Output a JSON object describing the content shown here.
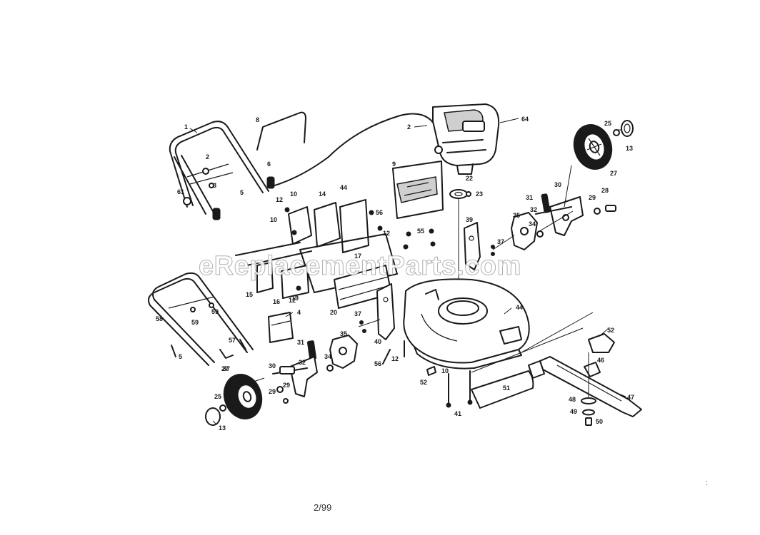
{
  "diagram": {
    "watermark": "eReplacementParts.com",
    "page_date": "2/99",
    "corner_mark": ":",
    "callouts": [
      {
        "id": "c1",
        "label": "1"
      },
      {
        "id": "c2a",
        "label": "2"
      },
      {
        "id": "c2b",
        "label": "2"
      },
      {
        "id": "c3",
        "label": "3"
      },
      {
        "id": "c4",
        "label": "4"
      },
      {
        "id": "c5a",
        "label": "5"
      },
      {
        "id": "c5b",
        "label": "5"
      },
      {
        "id": "c6",
        "label": "6"
      },
      {
        "id": "c8",
        "label": "8"
      },
      {
        "id": "c9",
        "label": "9"
      },
      {
        "id": "c10a",
        "label": "10"
      },
      {
        "id": "c10b",
        "label": "10"
      },
      {
        "id": "c10c",
        "label": "10"
      },
      {
        "id": "c12a",
        "label": "12"
      },
      {
        "id": "c12b",
        "label": "12"
      },
      {
        "id": "c12c",
        "label": "12"
      },
      {
        "id": "c12d",
        "label": "12"
      },
      {
        "id": "c13a",
        "label": "13"
      },
      {
        "id": "c13b",
        "label": "13"
      },
      {
        "id": "c14",
        "label": "14"
      },
      {
        "id": "c15",
        "label": "15"
      },
      {
        "id": "c16",
        "label": "16"
      },
      {
        "id": "c17",
        "label": "17"
      },
      {
        "id": "c19",
        "label": "19"
      },
      {
        "id": "c20",
        "label": "20"
      },
      {
        "id": "c22",
        "label": "22"
      },
      {
        "id": "c23",
        "label": "23"
      },
      {
        "id": "c25a",
        "label": "25"
      },
      {
        "id": "c25b",
        "label": "25"
      },
      {
        "id": "c27a",
        "label": "27"
      },
      {
        "id": "c27b",
        "label": "27"
      },
      {
        "id": "c28",
        "label": "28"
      },
      {
        "id": "c29a",
        "label": "29"
      },
      {
        "id": "c29b",
        "label": "29"
      },
      {
        "id": "c29c",
        "label": "29"
      },
      {
        "id": "c30a",
        "label": "30"
      },
      {
        "id": "c30b",
        "label": "30"
      },
      {
        "id": "c31a",
        "label": "31"
      },
      {
        "id": "c31b",
        "label": "31"
      },
      {
        "id": "c32a",
        "label": "32"
      },
      {
        "id": "c32b",
        "label": "32"
      },
      {
        "id": "c34a",
        "label": "34"
      },
      {
        "id": "c34b",
        "label": "34"
      },
      {
        "id": "c35a",
        "label": "35"
      },
      {
        "id": "c35b",
        "label": "35"
      },
      {
        "id": "c37a",
        "label": "37"
      },
      {
        "id": "c37b",
        "label": "37"
      },
      {
        "id": "c37c",
        "label": "37"
      },
      {
        "id": "c39",
        "label": "39"
      },
      {
        "id": "c40",
        "label": "40"
      },
      {
        "id": "c41",
        "label": "41"
      },
      {
        "id": "c44a",
        "label": "44"
      },
      {
        "id": "c44b",
        "label": "44"
      },
      {
        "id": "c46",
        "label": "46"
      },
      {
        "id": "c47",
        "label": "47"
      },
      {
        "id": "c48",
        "label": "48"
      },
      {
        "id": "c49",
        "label": "49"
      },
      {
        "id": "c50",
        "label": "50"
      },
      {
        "id": "c51",
        "label": "51"
      },
      {
        "id": "c52a",
        "label": "52"
      },
      {
        "id": "c52b",
        "label": "52"
      },
      {
        "id": "c55",
        "label": "55"
      },
      {
        "id": "c56a",
        "label": "56"
      },
      {
        "id": "c56b",
        "label": "56"
      },
      {
        "id": "c57",
        "label": "57"
      },
      {
        "id": "c58",
        "label": "58"
      },
      {
        "id": "c59a",
        "label": "59"
      },
      {
        "id": "c59b",
        "label": "59"
      },
      {
        "id": "c61",
        "label": "61"
      },
      {
        "id": "c64",
        "label": "64"
      }
    ]
  }
}
